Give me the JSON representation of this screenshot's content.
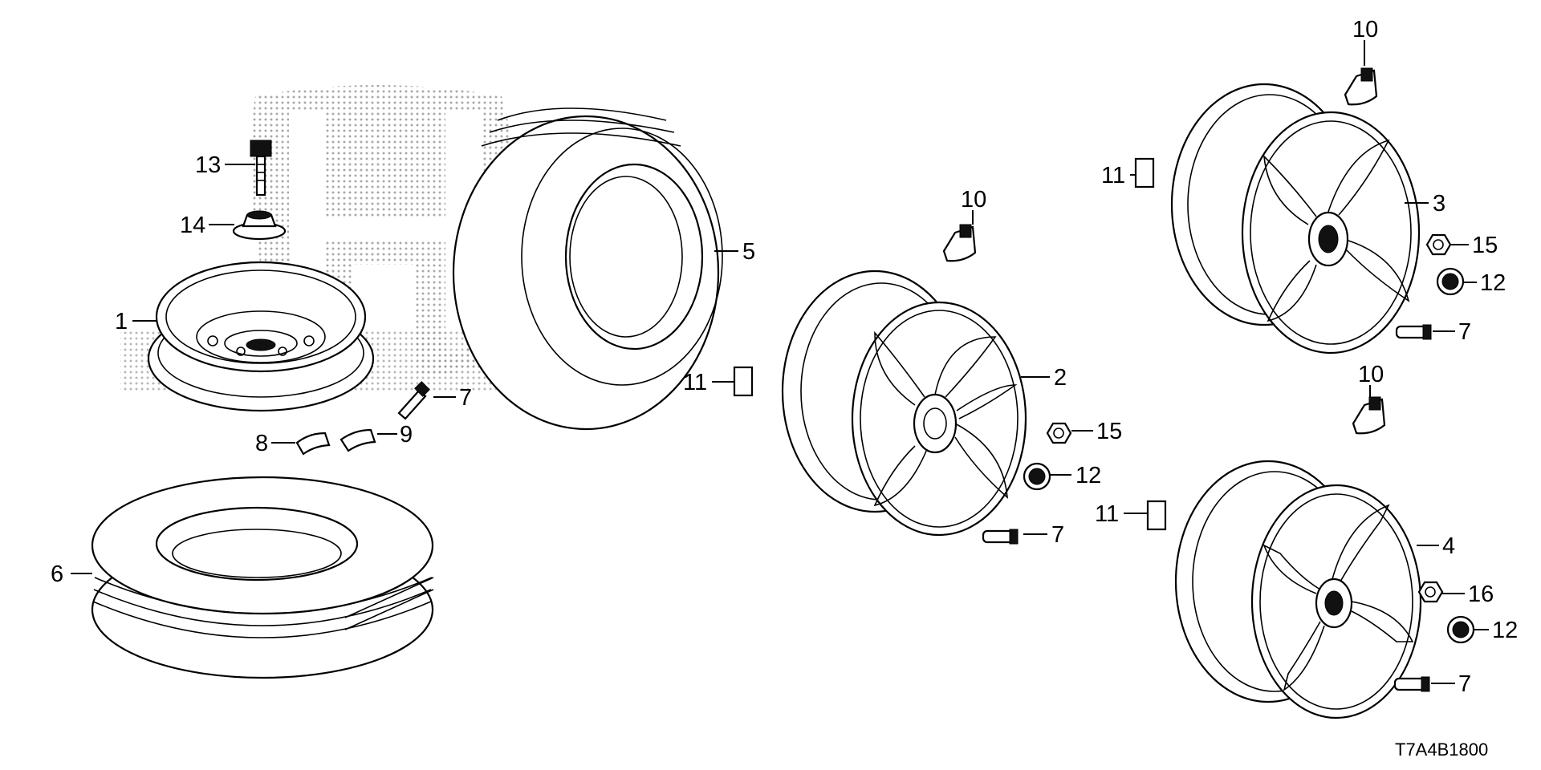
{
  "diagram": {
    "code": "T7A4B1800",
    "watermark": "Honda logo (dotted)",
    "callouts": [
      {
        "id": "c1",
        "label": "1"
      },
      {
        "id": "c2",
        "label": "2"
      },
      {
        "id": "c3",
        "label": "3"
      },
      {
        "id": "c4",
        "label": "4"
      },
      {
        "id": "c5",
        "label": "5"
      },
      {
        "id": "c6",
        "label": "6"
      },
      {
        "id": "c7a",
        "label": "7"
      },
      {
        "id": "c7b",
        "label": "7"
      },
      {
        "id": "c7c",
        "label": "7"
      },
      {
        "id": "c7d",
        "label": "7"
      },
      {
        "id": "c8",
        "label": "8"
      },
      {
        "id": "c9",
        "label": "9"
      },
      {
        "id": "c10a",
        "label": "10"
      },
      {
        "id": "c10b",
        "label": "10"
      },
      {
        "id": "c10c",
        "label": "10"
      },
      {
        "id": "c11a",
        "label": "11"
      },
      {
        "id": "c11b",
        "label": "11"
      },
      {
        "id": "c11c",
        "label": "11"
      },
      {
        "id": "c12a",
        "label": "12"
      },
      {
        "id": "c12b",
        "label": "12"
      },
      {
        "id": "c12c",
        "label": "12"
      },
      {
        "id": "c13",
        "label": "13"
      },
      {
        "id": "c14",
        "label": "14"
      },
      {
        "id": "c15a",
        "label": "15"
      },
      {
        "id": "c15b",
        "label": "15"
      },
      {
        "id": "c16",
        "label": "16"
      }
    ]
  }
}
